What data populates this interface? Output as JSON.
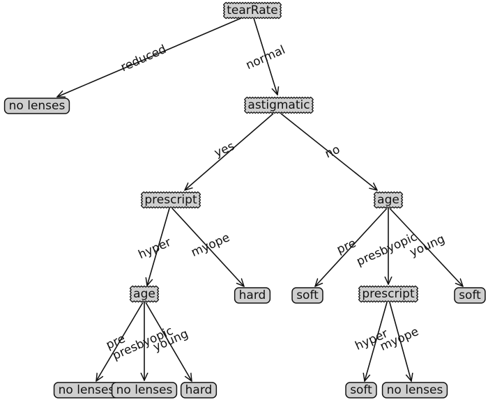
{
  "tree": {
    "nodes": [
      {
        "id": "n_tearRate",
        "label": "tearRate",
        "kind": "decision"
      },
      {
        "id": "n_nolenses_top",
        "label": "no lenses",
        "kind": "leaf"
      },
      {
        "id": "n_astigmatic",
        "label": "astigmatic",
        "kind": "decision"
      },
      {
        "id": "n_prescript_left",
        "label": "prescript",
        "kind": "decision"
      },
      {
        "id": "n_age_right",
        "label": "age",
        "kind": "decision"
      },
      {
        "id": "n_age_left",
        "label": "age",
        "kind": "decision"
      },
      {
        "id": "n_hard_mid",
        "label": "hard",
        "kind": "leaf"
      },
      {
        "id": "n_soft_mid",
        "label": "soft",
        "kind": "leaf"
      },
      {
        "id": "n_prescript_right",
        "label": "prescript",
        "kind": "decision"
      },
      {
        "id": "n_soft_right",
        "label": "soft",
        "kind": "leaf"
      },
      {
        "id": "n_nolenses_b1",
        "label": "no lenses",
        "kind": "leaf"
      },
      {
        "id": "n_nolenses_b2",
        "label": "no lenses",
        "kind": "leaf"
      },
      {
        "id": "n_hard_bottom",
        "label": "hard",
        "kind": "leaf"
      },
      {
        "id": "n_soft_bottom",
        "label": "soft",
        "kind": "leaf"
      },
      {
        "id": "n_nolenses_b3",
        "label": "no lenses",
        "kind": "leaf"
      }
    ],
    "edges": [
      {
        "id": "e_reduced",
        "from": "n_tearRate",
        "to": "n_nolenses_top",
        "label": "reduced"
      },
      {
        "id": "e_normal",
        "from": "n_tearRate",
        "to": "n_astigmatic",
        "label": "normal"
      },
      {
        "id": "e_yes",
        "from": "n_astigmatic",
        "to": "n_prescript_left",
        "label": "yes"
      },
      {
        "id": "e_no",
        "from": "n_astigmatic",
        "to": "n_age_right",
        "label": "no"
      },
      {
        "id": "e_hyper_left",
        "from": "n_prescript_left",
        "to": "n_age_left",
        "label": "hyper"
      },
      {
        "id": "e_myope_left",
        "from": "n_prescript_left",
        "to": "n_hard_mid",
        "label": "myope"
      },
      {
        "id": "e_pre_right",
        "from": "n_age_right",
        "to": "n_soft_mid",
        "label": "pre"
      },
      {
        "id": "e_presbyopic_right",
        "from": "n_age_right",
        "to": "n_prescript_right",
        "label": "presbyopic"
      },
      {
        "id": "e_young_right",
        "from": "n_age_right",
        "to": "n_soft_right",
        "label": "young"
      },
      {
        "id": "e_pre_left",
        "from": "n_age_left",
        "to": "n_nolenses_b1",
        "label": "pre"
      },
      {
        "id": "e_presbyopic_left",
        "from": "n_age_left",
        "to": "n_nolenses_b2",
        "label": "presbyopic"
      },
      {
        "id": "e_young_left",
        "from": "n_age_left",
        "to": "n_hard_bottom",
        "label": "young"
      },
      {
        "id": "e_hyper_right",
        "from": "n_prescript_right",
        "to": "n_soft_bottom",
        "label": "hyper"
      },
      {
        "id": "e_myope_right",
        "from": "n_prescript_right",
        "to": "n_nolenses_b3",
        "label": "myope"
      }
    ]
  }
}
